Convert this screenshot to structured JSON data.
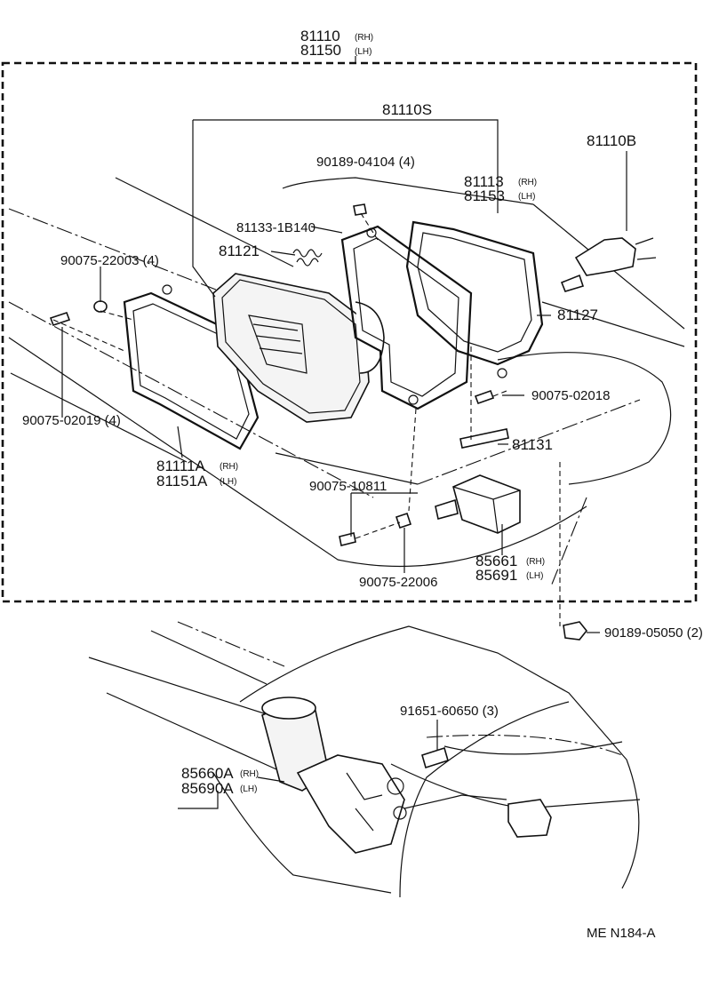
{
  "labels": {
    "assy_rh": "81110",
    "assy_rh_tag": "(RH)",
    "assy_lh": "81150",
    "assy_lh_tag": "(LH)",
    "sub_assy": "81110S",
    "bulb": "81110B",
    "screw_top": "90189-04104 (4)",
    "ring_rh": "81113",
    "ring_rh_tag": "(RH)",
    "ring_lh": "81153",
    "ring_lh_tag": "(LH)",
    "bolt_long": "81133-1B140",
    "spring": "81121",
    "nut_left": "90075-22003 (4)",
    "retainer": "81127",
    "screw_left": "90075-02019 (4)",
    "screw_right": "90075-02018",
    "adjust_screw": "81131",
    "lamp_rh": "81111A",
    "lamp_rh_tag": "(RH)",
    "lamp_lh": "81151A",
    "lamp_lh_tag": "(LH)",
    "screw_mid": "90075-10811",
    "relay_rh": "85661",
    "relay_rh_tag": "(RH)",
    "relay_lh": "85691",
    "relay_lh_tag": "(LH)",
    "nut_mid": "90075-22006",
    "clip": "90189-05050 (2)",
    "bolt_motor": "91651-60650 (3)",
    "motor_rh": "85660A",
    "motor_rh_tag": "(RH)",
    "motor_lh": "85690A",
    "motor_lh_tag": "(LH)",
    "ref": "ME  N184-A"
  }
}
